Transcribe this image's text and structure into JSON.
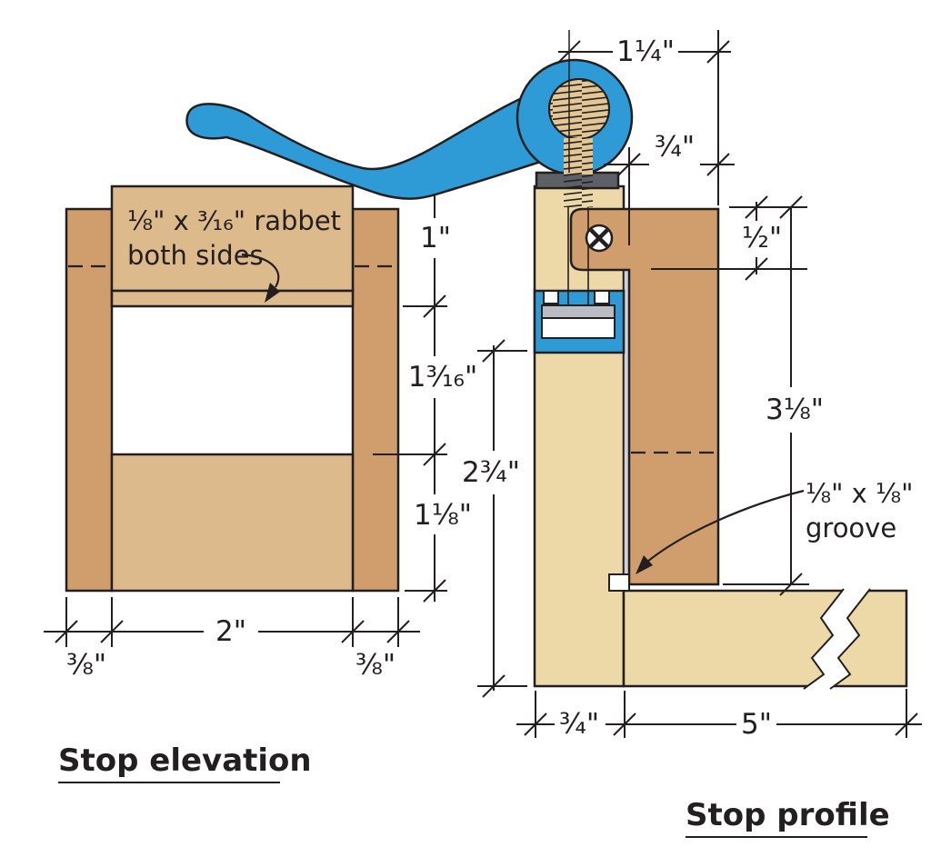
{
  "drawing": {
    "kind": "woodworking stop block technical drawing"
  },
  "colors": {
    "wood_light": "#ecd9a7",
    "wood_mid": "#dcba8c",
    "wood_dark": "#cf9e6c",
    "blue": "#2e9bd6",
    "knob_tan": "#e2c794",
    "washer_gray": "#5d6066",
    "bar_gray": "#b9bcc1",
    "strip_gray": "#ced2d6",
    "white": "#ffffff",
    "ink": "#231f20"
  },
  "elevation": {
    "title": "Stop elevation",
    "note_line1": "⅛\" x ³⁄₁₆\" rabbet",
    "note_line2": "both sides",
    "dims": {
      "top": "1\"",
      "gap": "1³⁄₁₆\"",
      "lower": "1⅛\"",
      "width": "2\"",
      "left_side": "⅜\"",
      "right_side": "⅜\""
    }
  },
  "profile": {
    "title": "Stop profile",
    "note_line1": "⅛\" x ⅛\"",
    "note_line2": "groove",
    "dims": {
      "top_width": "1¼\"",
      "arm_depth": "¾\"",
      "arm_thickness": "½\"",
      "face_height": "3⅛\"",
      "stop_height": "2¾\"",
      "post_width": "¾\"",
      "table_length": "5\""
    }
  }
}
